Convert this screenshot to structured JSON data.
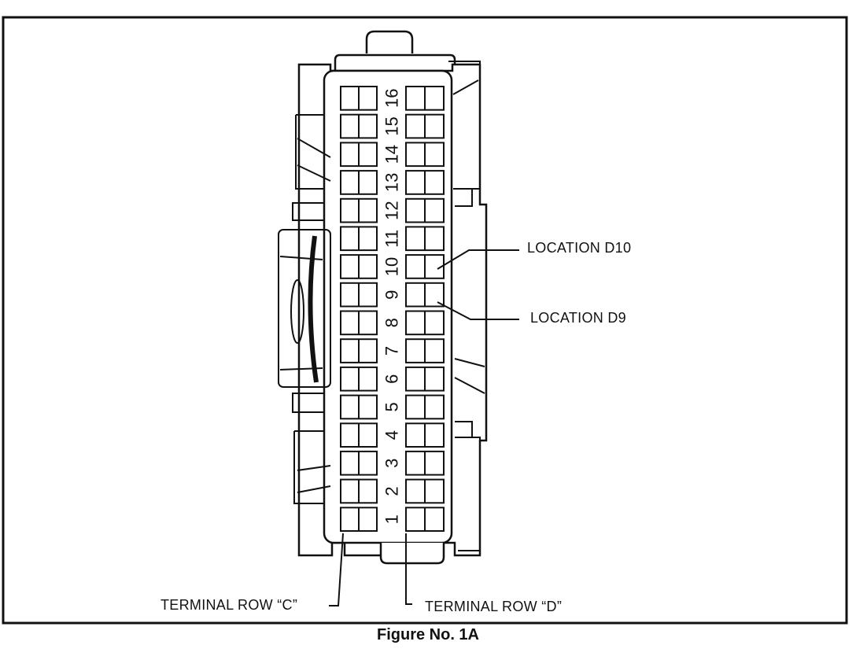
{
  "figure": {
    "caption": "Figure No. 1A",
    "pin_numbers": [
      "1",
      "2",
      "3",
      "4",
      "5",
      "6",
      "7",
      "8",
      "9",
      "10",
      "11",
      "12",
      "13",
      "14",
      "15",
      "16"
    ],
    "labels": {
      "location_d10": "LOCATION D10",
      "location_d9": "LOCATION D9",
      "row_c": "TERMINAL ROW “C”",
      "row_d": "TERMINAL ROW “D”"
    }
  }
}
